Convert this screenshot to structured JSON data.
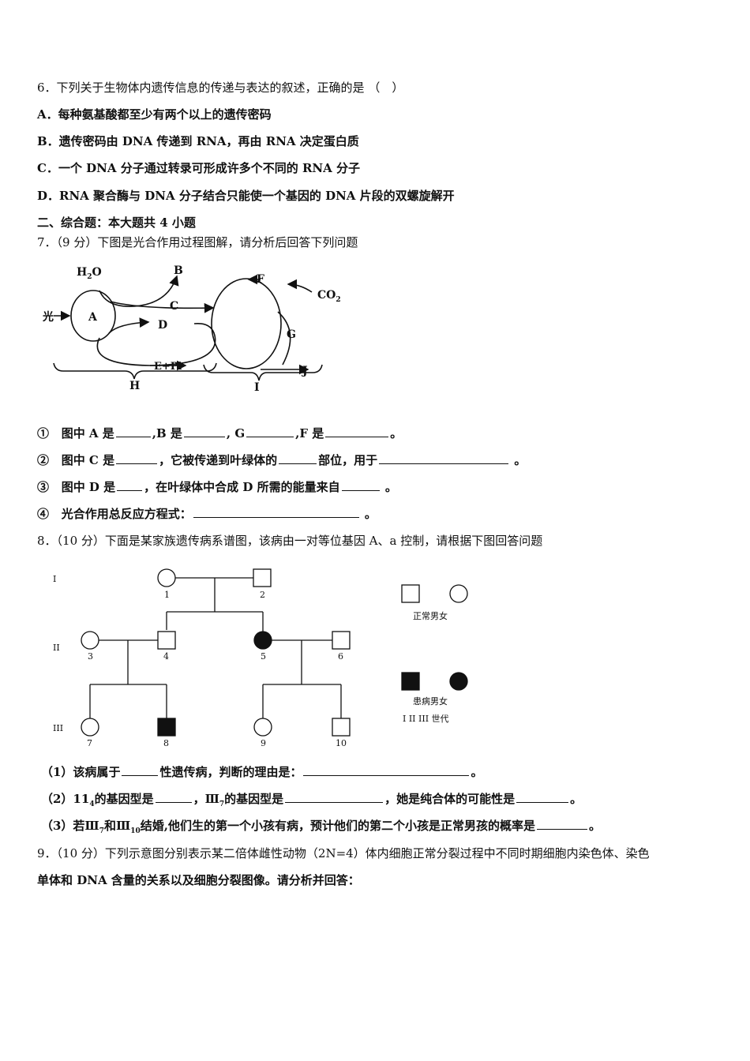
{
  "q6": {
    "stem": "6．下列关于生物体内遗传信息的传递与表达的叙述，正确的是 （　）",
    "options": [
      "A．每种氨基酸都至少有两个以上的遗传密码",
      "B．遗传密码由 DNA 传递到 RNA，再由 RNA 决定蛋白质",
      "C．一个 DNA 分子通过转录可形成许多个不同的 RNA 分子",
      "D．RNA 聚合酶与 DNA 分子结合只能使一个基因的 DNA 片段的双螺旋解开"
    ]
  },
  "section2": "二、综合题：本大题共 4 小题",
  "q7": {
    "stem": "7．（9 分）下图是光合作用过程图解，请分析后回答下列问题",
    "diagram": {
      "h2o": "H",
      "h2o_sub": "2",
      "h2o_o": "O",
      "light": "光",
      "A": "A",
      "B": "B",
      "C": "C",
      "D": "D",
      "EPi": "E+Pi",
      "F": "F",
      "G": "G",
      "J": "J",
      "H": "H",
      "I": "I",
      "co2": "CO",
      "co2_sub": "2"
    },
    "sub1": {
      "num": "①",
      "t1": "图中 A 是",
      "t2": ",B 是",
      "t3": ", G",
      "t4": ",F 是",
      "t5": "。"
    },
    "sub2": {
      "num": "②",
      "t1": "图中 C 是",
      "t2": "，它被传递到叶绿体的",
      "t3": "部位，用于",
      "t4": " 。"
    },
    "sub3": {
      "num": "③",
      "t1": "图中 D 是",
      "t2": "，在叶绿体中合成 D 所需的能量来自",
      "t3": " 。"
    },
    "sub4": {
      "num": "④",
      "t1": "光合作用总反应方程式：",
      "t2": " 。"
    }
  },
  "q8": {
    "stem": "8．（10 分）下面是某家族遗传病系谱图，该病由一对等位基因 A、a 控制，请根据下图回答问题",
    "pedigree": {
      "gen1": "I",
      "gen2": "II",
      "gen3": "III",
      "ids": [
        "1",
        "2",
        "3",
        "4",
        "5",
        "6",
        "7",
        "8",
        "9",
        "10"
      ],
      "legend_normal": "正常男女",
      "legend_affected": "患病男女",
      "legend_gen": "I  II  III 世代"
    },
    "sub1": {
      "t1": "（1）该病属于",
      "t2": "性遗传病，判断的理由是：",
      "t3": "。"
    },
    "sub2": {
      "t1": "（2）11",
      "t1_sub": "4",
      "t2": "的基因型是",
      "t3": "，Ⅲ",
      "t3_sub": "7",
      "t4": "的基因型是",
      "t5": "，她是纯合体的可能性是",
      "t6": "。"
    },
    "sub3": {
      "t1": "（3）若Ⅲ",
      "t1_sub": "7",
      "t2": "和Ⅲ",
      "t2_sub": "10",
      "t3": "结婚,他们生的第一个小孩有病，预计他们的第二个小孩是正常男孩的概率是",
      "t4": "。"
    }
  },
  "q9": {
    "line1": "9．（10 分）下列示意图分别表示某二倍体雌性动物（2N=4）体内细胞正常分裂过程中不同时期细胞内染色体、染色",
    "line2": "单体和 DNA 含量的关系以及细胞分裂图像。请分析并回答："
  }
}
